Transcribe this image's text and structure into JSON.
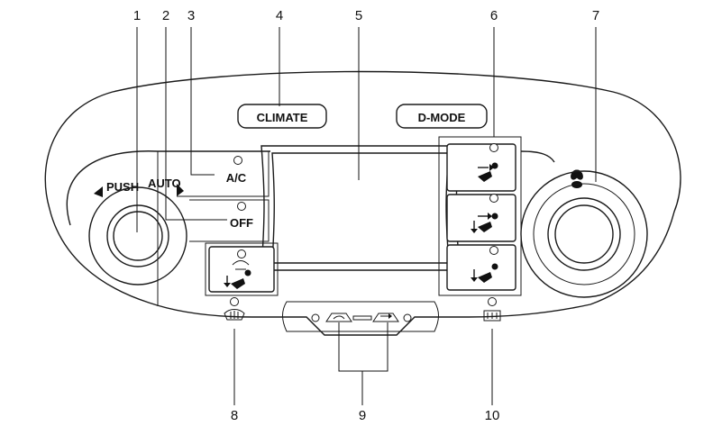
{
  "buttons": {
    "climate": "CLIMATE",
    "d_mode": "D-MODE",
    "ac": "A/C",
    "off": "OFF"
  },
  "knob_labels": {
    "push": "PUSH",
    "auto": "AUTO"
  },
  "callouts": [
    "1",
    "2",
    "3",
    "4",
    "5",
    "6",
    "7",
    "8",
    "9",
    "10"
  ],
  "icons": {
    "fan": "fan-icon",
    "vent_face": "vent-face-mode-icon",
    "vent_bilevel": "vent-bilevel-mode-icon",
    "vent_foot": "vent-foot-mode-icon",
    "vent_defrost_foot": "vent-defrost-foot-mode-icon",
    "front_defrost": "front-defroster-icon",
    "rear_defrost": "rear-defroster-icon",
    "recirc": "recirculation-icon",
    "outside_air": "outside-air-icon"
  }
}
